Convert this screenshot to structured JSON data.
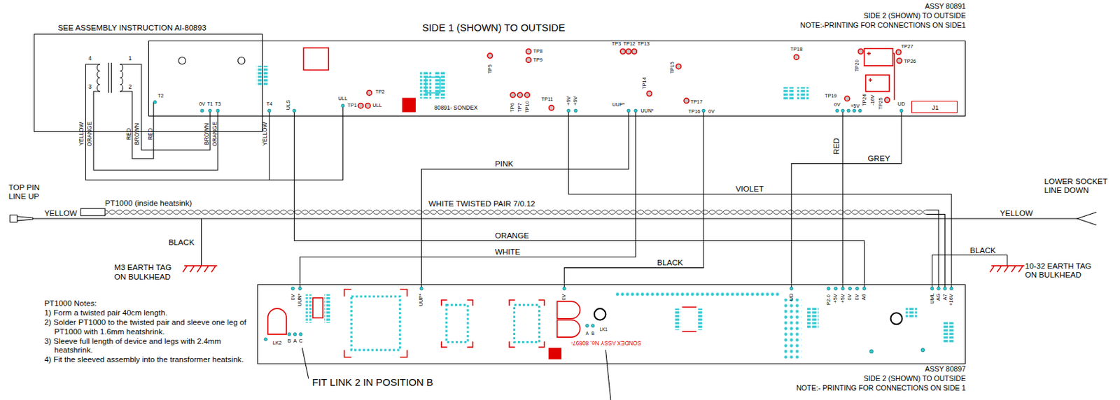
{
  "diagram": {
    "nodes": [
      {
        "text": [
          "SEE ASSEMBLY INSTRUCTION AI-80893"
        ]
      },
      {
        "text": [
          "SIDE 1 (SHOWN) TO OUTSIDE",
          "80891- SONDEX"
        ]
      },
      {
        "text": [
          "SONDEX ASSY No. 80897-"
        ]
      },
      {
        "text": [
          "J1"
        ],
        "in": 1
      }
    ],
    "edges": [
      {
        "from": 1,
        "to": 2,
        "arrow": "none",
        "label": "PINK"
      },
      {
        "from": 1,
        "to": 2,
        "arrow": "none",
        "label": "WHITE"
      },
      {
        "from": 1,
        "to": 2,
        "arrow": "none",
        "label": "ORANGE"
      },
      {
        "from": 1,
        "to": 2,
        "arrow": "none",
        "label": "BLACK"
      },
      {
        "from": 1,
        "to": 2,
        "arrow": "none",
        "label": "VIOLET"
      },
      {
        "from": 1,
        "to": 2,
        "arrow": "none",
        "label": "GREY"
      },
      {
        "from": 1,
        "to": 2,
        "arrow": "none",
        "label": "RED"
      }
    ],
    "labels": [
      "ASSY 80891",
      "SIDE 2 (SHOWN) TO OUTSIDE",
      "NOTE:-PRINTING FOR CONNECTIONS ON SIDE1",
      "4",
      "1",
      "3",
      "2",
      "YELLOW",
      "ORANGE",
      "RED",
      "BROWN",
      "RED",
      "BROWN",
      "ORANGE",
      "YELLOW",
      "T2",
      "0V",
      "T1",
      "T3",
      "T4",
      "ULS",
      "ULL",
      "TP2",
      "TP1",
      "ULL",
      "TP6",
      "TP7",
      "TP10",
      "TP5",
      "TP8",
      "TP9",
      "TP11",
      "+9V",
      "+9V",
      "TP3",
      "TP12",
      "TP13",
      "TP14",
      "UUP*",
      "UUN*",
      "TP15",
      "TP17",
      "TP16",
      "0V",
      "TP18",
      "TP20",
      "TP27",
      "TP26",
      "TP19",
      "0V",
      "+5V",
      "TP24",
      "-16V",
      "TP25",
      "UD",
      "0V",
      "UUN*",
      "B",
      "A",
      "C",
      "LK2",
      "UUP*",
      "0V",
      "A",
      "B",
      "LK1",
      "UD",
      "P2-0",
      "+5V",
      "+5V",
      "0V",
      "0V",
      "A6",
      "UML",
      "AG",
      "A7",
      "+16V",
      "TOP PIN LINE UP",
      "YELLOW",
      "PT1000 (inside heatsink)",
      "WHITE TWISTED PAIR 7/0.12",
      "BLACK",
      "M3 EARTH TAG ON BULKHEAD",
      "LOWER SOCKET LINE DOWN",
      "YELLOW",
      "BLACK",
      "10-32 EARTH TAG ON BULKHEAD",
      "PT1000 Notes:",
      "1) Form a twisted pair 40cm length.",
      "2) Solder PT1000 to the twisted pair and sleeve one leg of PT1000 with 1.6mm heatshrink.",
      "3) Sleeve full length of device and legs with 2.4mm heatshrink.",
      "4) Fit the sleeved assembly into the transformer heatsink.",
      "FIT LINK 2 IN POSITION B",
      "ASSY 80897",
      "SIDE 2 (SHOWN) TO OUTSIDE",
      "NOTE:- PRINTING FOR CONNECTIONS ON SIDE 1"
    ]
  }
}
